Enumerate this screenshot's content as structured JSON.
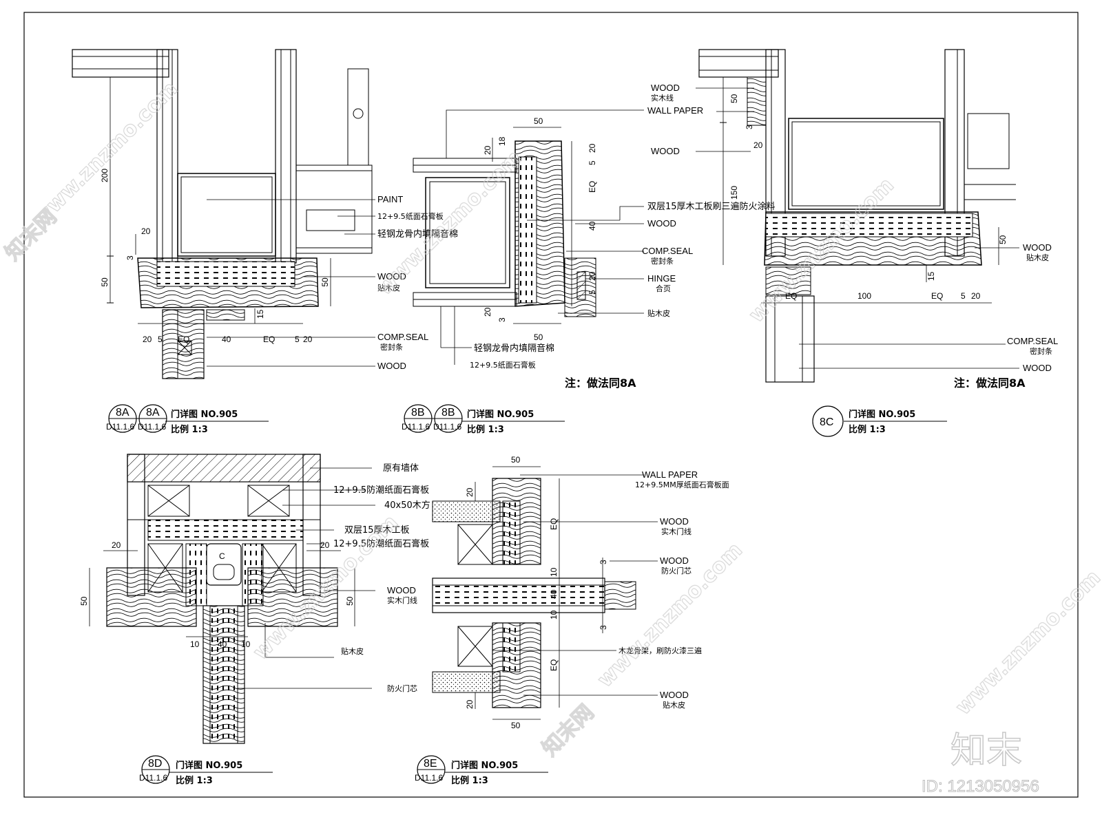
{
  "callouts_8a": {
    "paint": "PAINT",
    "gypsum": "12+9.5纸面石膏板",
    "steel": "轻钢龙骨内填隔音棉",
    "wood": "WOOD",
    "veneer": "贴木皮",
    "seal": "COMP.SEAL",
    "seal_cn": "密封条",
    "wood2": "WOOD"
  },
  "dims_8a": {
    "d200": "200",
    "d50a": "50",
    "d20a": "20",
    "d3": "3",
    "d50b": "50",
    "d15": "15",
    "d20b": "20",
    "d5a": "5",
    "eqa": "EQ",
    "d40": "40",
    "eqb": "EQ",
    "d5b": "5",
    "d20c": "20"
  },
  "callouts_8b": {
    "wallpaper": "WALL PAPER",
    "board": "双层15厚木工板刷三遍防火涂料",
    "wood": "WOOD",
    "seal": "COMP.SEAL",
    "seal_cn": "密封条",
    "hinge": "HINGE",
    "hinge_cn": "合页",
    "veneer": "贴木皮",
    "steel": "轻钢龙骨内填隔音棉",
    "gypsum": "12+9.5纸面石膏板",
    "note": "注：做法同8A"
  },
  "dims_8b": {
    "d50a": "50",
    "d20a": "20",
    "d18": "18",
    "d20b": "20",
    "d5a": "5",
    "eq": "EQ",
    "d40": "40",
    "d20c": "20",
    "d5b": "5",
    "d20d": "20",
    "d3": "3",
    "d50b": "50"
  },
  "callouts_8c": {
    "wood1": "WOOD",
    "wood1_cn": "实木线",
    "wallpaper": "WALL PAPER",
    "wood2": "WOOD",
    "wood3": "WOOD",
    "wood3_cn": "贴木皮",
    "seal": "COMP.SEAL",
    "seal_cn": "密封条",
    "wood4": "WOOD",
    "note": "注：做法同8A"
  },
  "dims_8c": {
    "d50a": "50",
    "d3": "3",
    "d20a": "20",
    "d150": "150",
    "d50b": "50",
    "d15": "15",
    "eqa": "EQ",
    "d100": "100",
    "eqb": "EQ",
    "d5": "5",
    "d20b": "20"
  },
  "callouts_8d": {
    "wall": "原有墙体",
    "gypsum1": "12+9.5防潮纸面石膏板",
    "timber": "40x50木方",
    "board": "双层15厚木工板",
    "gypsum2": "12+9.5防潮纸面石膏板",
    "wood": "WOOD",
    "wood_cn": "实木门线",
    "veneer": "贴木皮",
    "core": "防火门芯"
  },
  "dims_8d": {
    "d20a": "20",
    "d20b": "20",
    "d50a": "50",
    "d50b": "50",
    "d10a": "10",
    "d40": "40",
    "d10b": "10"
  },
  "callouts_8e": {
    "wallpaper": "WALL PAPER",
    "wallpaper_cn": "12+9.5MM厚纸面石膏板面",
    "wood1": "WOOD",
    "wood1_cn": "实木门线",
    "wood2": "WOOD",
    "wood2_cn": "防火门芯",
    "frame": "木龙骨架，刷防火漆三遍",
    "wood3": "WOOD",
    "wood3_cn": "贴木皮"
  },
  "dims_8e": {
    "d50a": "50",
    "d20a": "20",
    "eqa": "EQ",
    "d10a": "10",
    "d3a": "3",
    "d40": "40",
    "d10b": "10",
    "d3b": "3",
    "eqb": "EQ",
    "d20b": "20",
    "d50b": "50"
  },
  "titles": [
    {
      "tag": "8A",
      "tag2": "8A",
      "sheet": "D11.1.6",
      "sheet2": "D11.1.6",
      "name": "门详图 NO.905",
      "scale": "比例 1:3"
    },
    {
      "tag": "8B",
      "tag2": "8B",
      "sheet": "D11.1.6",
      "sheet2": "D11.1.6",
      "name": "门详图 NO.905",
      "scale": "比例 1:3"
    },
    {
      "tag": "8C",
      "name": "门详图 NO.905",
      "scale": "比例 1:3"
    },
    {
      "tag": "8D",
      "sheet": "D11.1.6",
      "name": "门详图 NO.905",
      "scale": "比例 1:3"
    },
    {
      "tag": "8E",
      "sheet": "D11.1.6",
      "name": "门详图 NO.905",
      "scale": "比例 1:3"
    }
  ],
  "watermark": {
    "text": "www.znzmo.com",
    "brand": "知末网",
    "logo": "知末",
    "id": "ID: 1213050956"
  }
}
